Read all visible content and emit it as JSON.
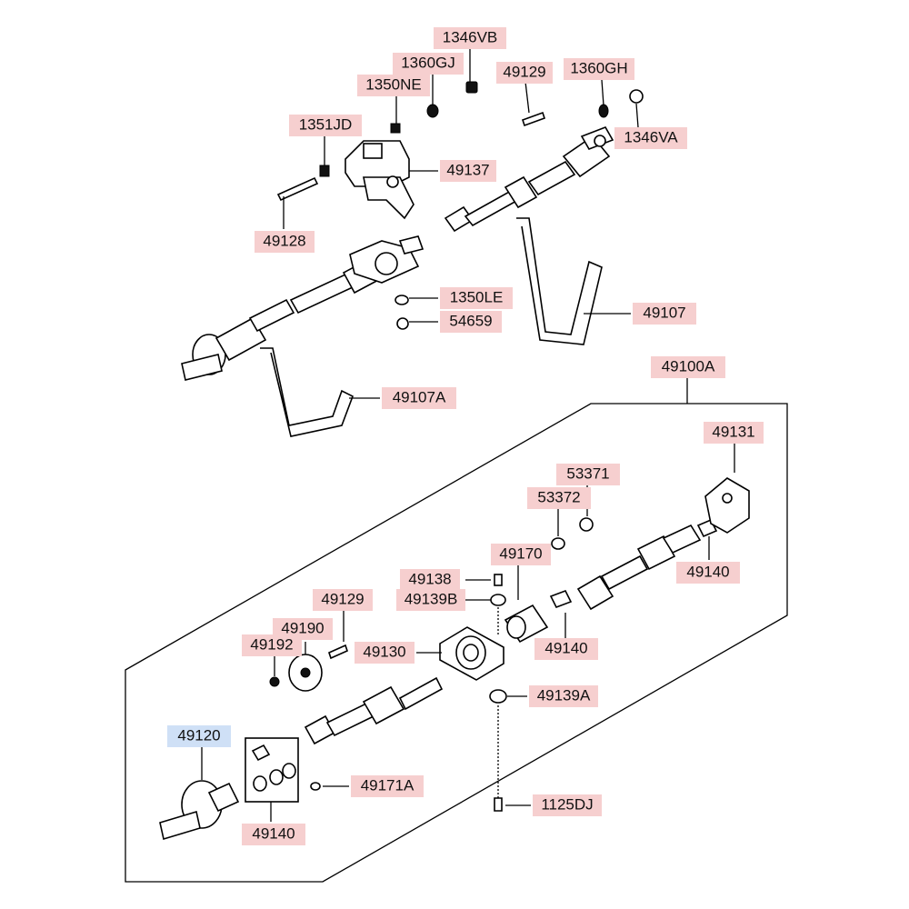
{
  "colors": {
    "label_bg": "#f6cfcf",
    "label_selected_bg": "#cfe0f6",
    "line": "#000000"
  },
  "labels": {
    "l_1346VB": "1346VB",
    "l_1360GJ": "1360GJ",
    "l_1350NE": "1350NE",
    "l_49129_top": "49129",
    "l_1360GH": "1360GH",
    "l_1346VA": "1346VA",
    "l_1351JD": "1351JD",
    "l_49137": "49137",
    "l_49128": "49128",
    "l_1350LE": "1350LE",
    "l_54659": "54659",
    "l_49107": "49107",
    "l_49107A": "49107A",
    "l_49100A": "49100A",
    "l_49131": "49131",
    "l_53371": "53371",
    "l_53372": "53372",
    "l_49170": "49170",
    "l_49140_right": "49140",
    "l_49138": "49138",
    "l_49139B": "49139B",
    "l_49140_mid": "49140",
    "l_49129_bot": "49129",
    "l_49190": "49190",
    "l_49192": "49192",
    "l_49130": "49130",
    "l_49139A": "49139A",
    "l_49120": "49120",
    "l_49171A": "49171A",
    "l_49140_left": "49140",
    "l_1125DJ": "1125DJ"
  },
  "selected_label": "l_49120"
}
